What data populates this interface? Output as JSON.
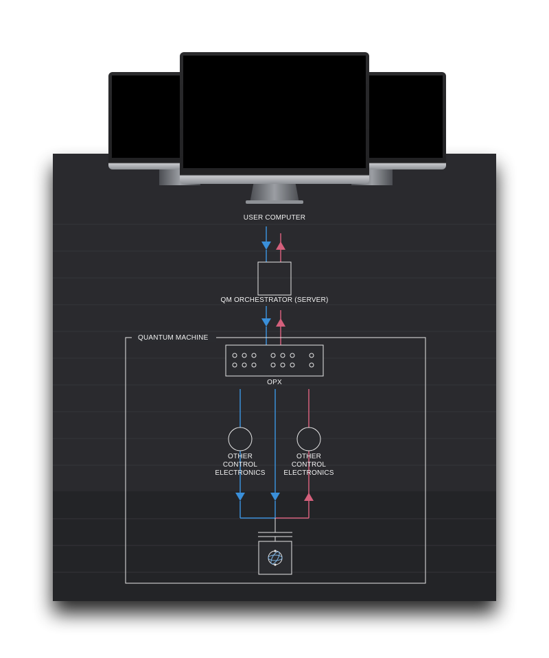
{
  "diagram": {
    "user_computer_label": "USER COMPUTER",
    "orchestrator_label": "QM ORCHESTRATOR (SERVER)",
    "quantum_machine_label": "QUANTUM MACHINE",
    "opx_label": "OPX",
    "other_electronics_left_label": "OTHER\nCONTROL\nELECTRONICS",
    "other_electronics_right_label": "OTHER\nCONTROL\nELECTRONICS"
  },
  "colors": {
    "background": "#2a2b2f",
    "line": "#e8e8e8",
    "downlink_blue": "#3a8fd9",
    "uplink_red": "#d4607c",
    "screen": "#000000",
    "monitor_frame": "#b9bcc1"
  },
  "icons": {
    "monitors": "imac-monitor-icon",
    "qubit_chip": "qubit-chip-icon"
  }
}
